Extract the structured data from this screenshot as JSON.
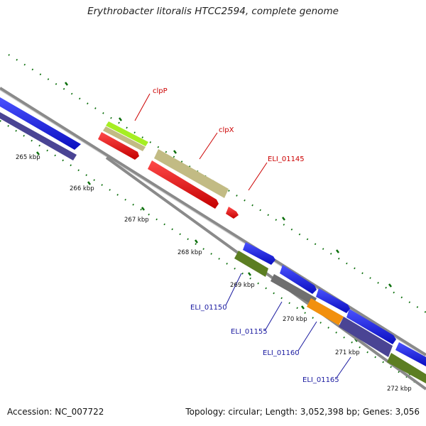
{
  "title": "Erythrobacter litoralis HTCC2594, complete genome",
  "footer": {
    "accession": "Accession: NC_007722",
    "summary": "Topology: circular; Length: 3,052,398 bp; Genes: 3,056"
  },
  "ticks": [
    "265 kbp",
    "266 kbp",
    "267 kbp",
    "268 kbp",
    "269 kbp",
    "270 kbp",
    "271 kbp",
    "272 kbp"
  ],
  "gene_labels": {
    "clpP": "clpP",
    "clpX": "clpX",
    "eli_01145": "ELI_01145",
    "eli_01150": "ELI_01150",
    "eli_01155": "ELI_01155",
    "eli_01160": "ELI_01160",
    "eli_01165": "ELI_01165"
  },
  "colors": {
    "forward_cds": "#0a12ee",
    "reverse_cds": "#ee0a0a",
    "band_purple": "#4a4494",
    "band_khaki": "#c2bb84",
    "band_olive": "#5c7e22",
    "band_grey": "#6f6f6f",
    "band_orange": "#f2900d",
    "band_lime": "#a6ee22",
    "backbone": "#8a8a8a",
    "tick_green": "#0a6e0a"
  }
}
